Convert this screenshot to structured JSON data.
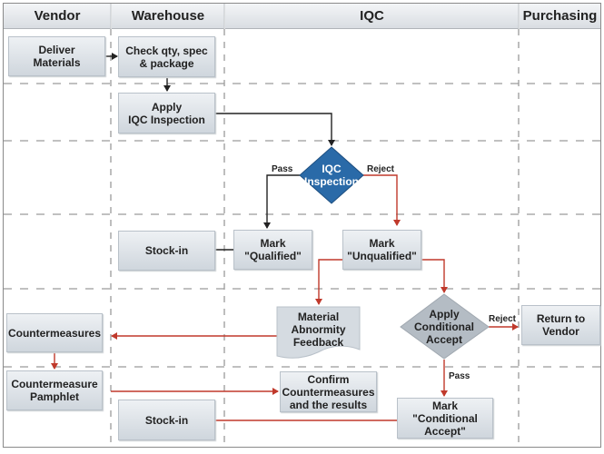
{
  "lanes": [
    "Vendor",
    "Warehouse",
    "IQC",
    "Purchasing"
  ],
  "nodes": {
    "deliver_materials": "Deliver\nMaterials",
    "check_qty": "Check qty, spec\n& package",
    "apply_iqc": "Apply\nIQC Inspection",
    "iqc_inspection": "IQC\nInspection",
    "stock_in_1": "Stock-in",
    "mark_qualified": "Mark\n\"Qualified\"",
    "mark_unqualified": "Mark\n\"Unqualified\"",
    "countermeasures": "Countermeasures",
    "material_abnormity": "Material\nAbnormity\nFeedback",
    "apply_conditional": "Apply\nConditional\nAccept",
    "return_to_vendor": "Return to\nVendor",
    "countermeasure_pamphlet": "Countermeasure\nPamphlet",
    "confirm_countermeasures": "Confirm\nCountermeasures\nand the results",
    "stock_in_2": "Stock-in",
    "mark_conditional": "Mark\n\"Conditional\nAccept\""
  },
  "edge_labels": {
    "iqc_pass": "Pass",
    "iqc_reject": "Reject",
    "cond_reject": "Reject",
    "cond_pass": "Pass"
  },
  "colors": {
    "flow": "#222222",
    "reject_flow": "#c0392b",
    "decision_primary": "#2a6aa8",
    "decision_secondary": "#b4bcc4"
  }
}
